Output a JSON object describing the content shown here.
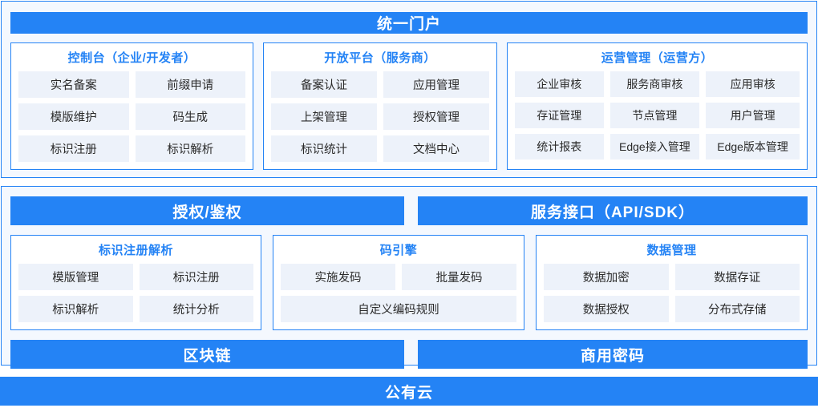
{
  "top_layer": {
    "banner": "统一门户",
    "panels": [
      {
        "title": "控制台（企业/开发者）",
        "rows": [
          [
            "实名备案",
            "前缀申请"
          ],
          [
            "模版维护",
            "码生成"
          ],
          [
            "标识注册",
            "标识解析"
          ]
        ]
      },
      {
        "title": "开放平台（服务商）",
        "rows": [
          [
            "备案认证",
            "应用管理"
          ],
          [
            "上架管理",
            "授权管理"
          ],
          [
            "标识统计",
            "文档中心"
          ]
        ]
      },
      {
        "title": "运营管理（运营方）",
        "rows": [
          [
            "企业审核",
            "服务商审核",
            "应用审核"
          ],
          [
            "存证管理",
            "节点管理",
            "用户管理"
          ],
          [
            "统计报表",
            "Edge接入管理",
            "Edge版本管理"
          ]
        ]
      }
    ]
  },
  "mid_layer": {
    "top_bars": [
      "授权/鉴权",
      "服务接口（API/SDK）"
    ],
    "bottom_bars": [
      "区块链",
      "商用密码"
    ],
    "panels": [
      {
        "title": "标识注册解析",
        "rows": [
          [
            "模版管理",
            "标识注册"
          ],
          [
            "标识解析",
            "统计分析"
          ]
        ]
      },
      {
        "title": "码引擎",
        "rows": [
          [
            "实施发码",
            "批量发码"
          ],
          [
            "自定义编码规则"
          ]
        ]
      },
      {
        "title": "数据管理",
        "rows": [
          [
            "数据加密",
            "数据存证"
          ],
          [
            "数据授权",
            "分布式存储"
          ]
        ]
      }
    ]
  },
  "bottom_layer": {
    "banner": "公有云"
  },
  "colors": {
    "brand_blue": "#2483f5",
    "panel_bg": "#ffffff",
    "layer_bg": "#f4f8fe",
    "chip_bg": "#edf2fa"
  }
}
